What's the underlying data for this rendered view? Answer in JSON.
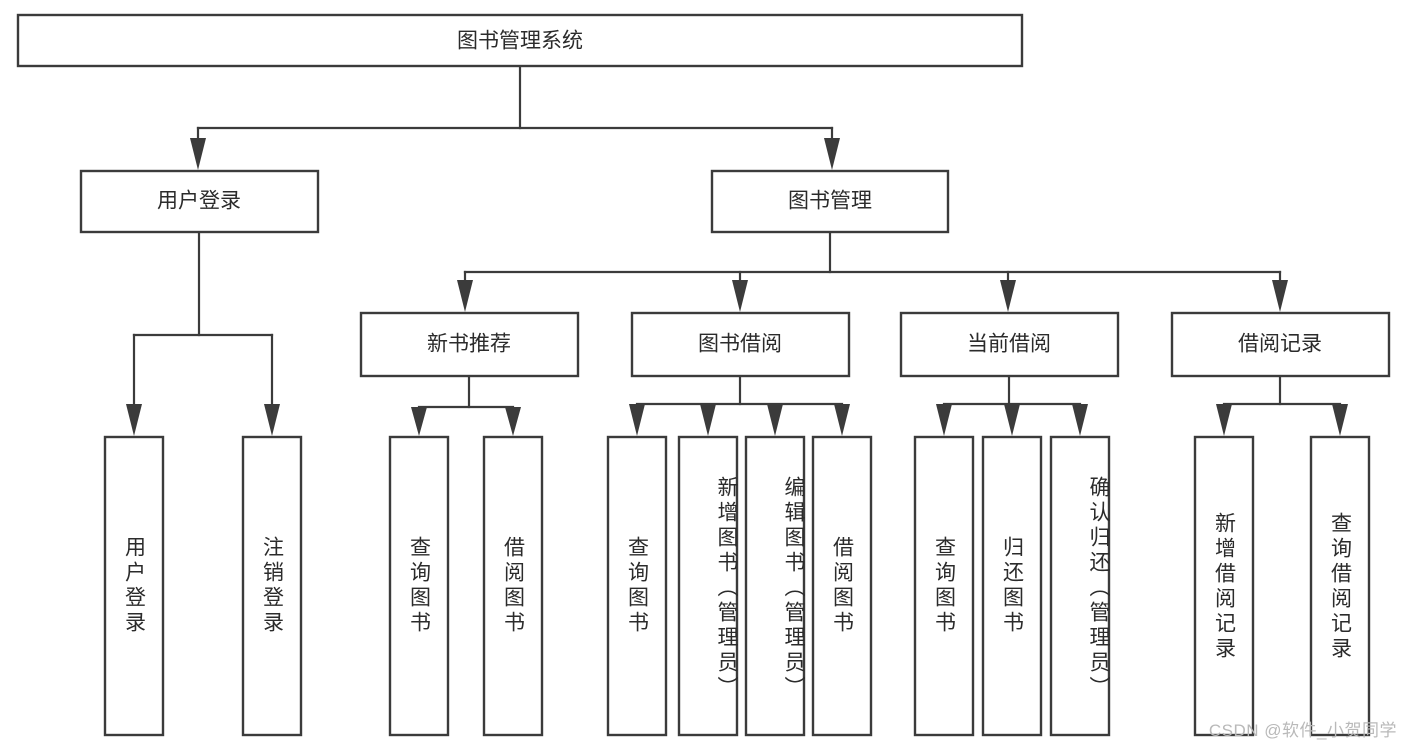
{
  "diagram": {
    "type": "tree",
    "title": "图书管理系统",
    "root": {
      "id": "root",
      "label": "图书管理系统",
      "orientation": "horizontal"
    },
    "level2": [
      {
        "id": "user-login",
        "label": "用户登录",
        "orientation": "horizontal"
      },
      {
        "id": "book-management",
        "label": "图书管理",
        "orientation": "horizontal"
      }
    ],
    "level3": [
      {
        "id": "new-book-recommend",
        "label": "新书推荐",
        "orientation": "horizontal",
        "parent": "book-management"
      },
      {
        "id": "book-borrow",
        "label": "图书借阅",
        "orientation": "horizontal",
        "parent": "book-management"
      },
      {
        "id": "current-borrow",
        "label": "当前借阅",
        "orientation": "horizontal",
        "parent": "book-management"
      },
      {
        "id": "borrow-record",
        "label": "借阅记录",
        "orientation": "horizontal",
        "parent": "book-management"
      }
    ],
    "leaves": [
      {
        "id": "leaf-user-login",
        "label": "用户登录",
        "orientation": "vertical",
        "parent": "user-login"
      },
      {
        "id": "leaf-user-logout",
        "label": "注销登录",
        "orientation": "vertical",
        "parent": "user-login"
      },
      {
        "id": "leaf-query-book-1",
        "label": "查询图书",
        "orientation": "vertical",
        "parent": "new-book-recommend"
      },
      {
        "id": "leaf-borrow-book-1",
        "label": "借阅图书",
        "orientation": "vertical",
        "parent": "new-book-recommend"
      },
      {
        "id": "leaf-query-book-2",
        "label": "查询图书",
        "orientation": "vertical",
        "parent": "book-borrow"
      },
      {
        "id": "leaf-add-book",
        "label": "新增图书（管理员）",
        "orientation": "vertical",
        "parent": "book-borrow"
      },
      {
        "id": "leaf-edit-book",
        "label": "编辑图书（管理员）",
        "orientation": "vertical",
        "parent": "book-borrow"
      },
      {
        "id": "leaf-borrow-book-2",
        "label": "借阅图书",
        "orientation": "vertical",
        "parent": "book-borrow"
      },
      {
        "id": "leaf-query-book-3",
        "label": "查询图书",
        "orientation": "vertical",
        "parent": "current-borrow"
      },
      {
        "id": "leaf-return-book",
        "label": "归还图书",
        "orientation": "vertical",
        "parent": "current-borrow"
      },
      {
        "id": "leaf-confirm-return",
        "label": "确认归还（管理员）",
        "orientation": "vertical",
        "parent": "current-borrow"
      },
      {
        "id": "leaf-add-record",
        "label": "新增借阅记录",
        "orientation": "vertical",
        "parent": "borrow-record"
      },
      {
        "id": "leaf-query-record",
        "label": "查询借阅记录",
        "orientation": "vertical",
        "parent": "borrow-record"
      }
    ],
    "colors": {
      "box_stroke": "#3b3b3b",
      "box_fill": "#ffffff",
      "text": "#2b2b2b",
      "connector": "#3b3b3b",
      "background": "#ffffff",
      "watermark": "#b9b9b9"
    }
  },
  "watermark": {
    "text": "CSDN @软件_小贺同学"
  }
}
